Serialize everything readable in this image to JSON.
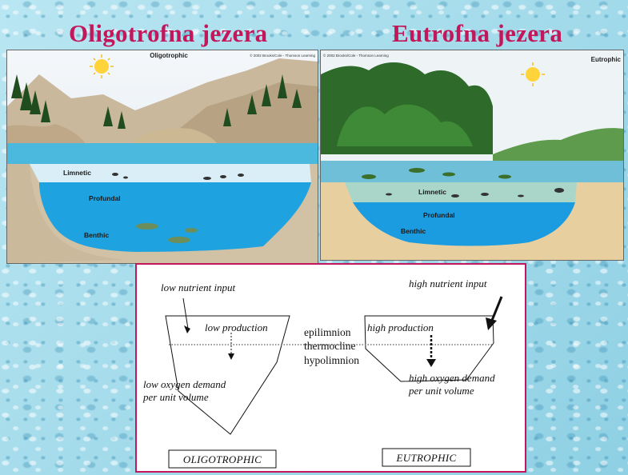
{
  "slide": {
    "title_left": "Oligotrofna jezera",
    "title_right": "Eutrofna jezera"
  },
  "photo_left": {
    "title": "Oligotrophic",
    "credit": "© 2002 Brooks/Cole - Thomson Learning",
    "zones": {
      "limnetic": "Limnetic",
      "profundal": "Profundal",
      "benthic": "Benthic"
    }
  },
  "photo_right": {
    "title": "Eutrophic",
    "credit": "© 2002 Brooks/Cole - Thomson Learning",
    "zones": {
      "limnetic": "Limnetic",
      "profundal": "Profundal",
      "benthic": "Benthic"
    }
  },
  "diagram": {
    "oligo": {
      "input": "low nutrient input",
      "production": "low production",
      "oxygen_line1": "low oxygen demand",
      "oxygen_line2": "per unit volume",
      "label": "OLIGOTROPHIC"
    },
    "eutro": {
      "input": "high nutrient input",
      "production": "high production",
      "oxygen_line1": "high oxygen demand",
      "oxygen_line2": "per unit volume",
      "label": "EUTROPHIC"
    },
    "layers": {
      "epilimnion": "epilimnion",
      "thermocline": "thermocline",
      "hypolimnion": "hypolimnion"
    }
  },
  "colors": {
    "title": "#c2185b",
    "water": "#2aa7d8",
    "deep_water": "#1b9be0",
    "frame": "#c2185b"
  }
}
